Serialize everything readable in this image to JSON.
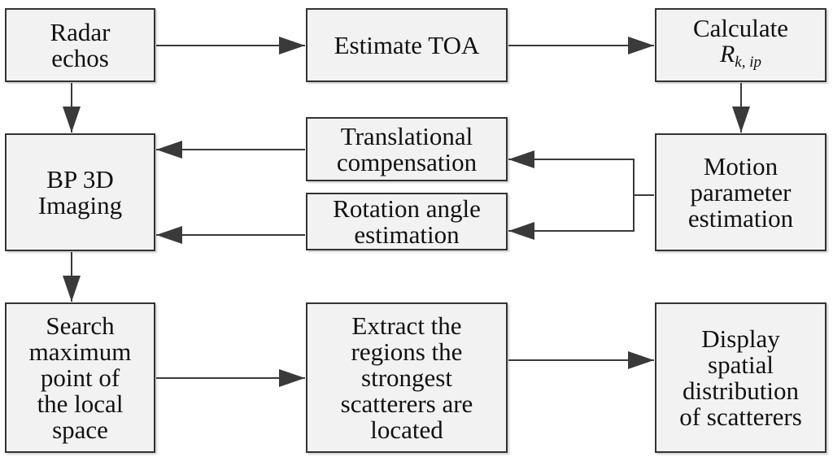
{
  "colors": {
    "box_fill": "#f2f2f2",
    "box_border": "#333333",
    "arrow": "#3a3a3a"
  },
  "boxes": {
    "radar": {
      "lines": [
        "Radar",
        "echos"
      ]
    },
    "toa": {
      "lines": [
        "Estimate TOA"
      ]
    },
    "calc": {
      "line1": "Calculate",
      "symbol": "R",
      "subscript": "k, ip"
    },
    "trans": {
      "lines": [
        "Translational",
        "compensation"
      ]
    },
    "rot": {
      "lines": [
        "Rotation angle",
        "estimation"
      ]
    },
    "bp": {
      "lines": [
        "BP 3D",
        "Imaging"
      ]
    },
    "motion": {
      "lines": [
        "Motion",
        "parameter",
        "estimation"
      ]
    },
    "search": {
      "lines": [
        "Search",
        "maximum",
        "point of",
        "the local",
        "space"
      ]
    },
    "extract": {
      "lines": [
        "Extract the",
        "regions the",
        "strongest",
        "scatterers are",
        "located"
      ]
    },
    "display": {
      "lines": [
        "Display",
        "spatial",
        "distribution",
        "of scatterers"
      ]
    }
  }
}
